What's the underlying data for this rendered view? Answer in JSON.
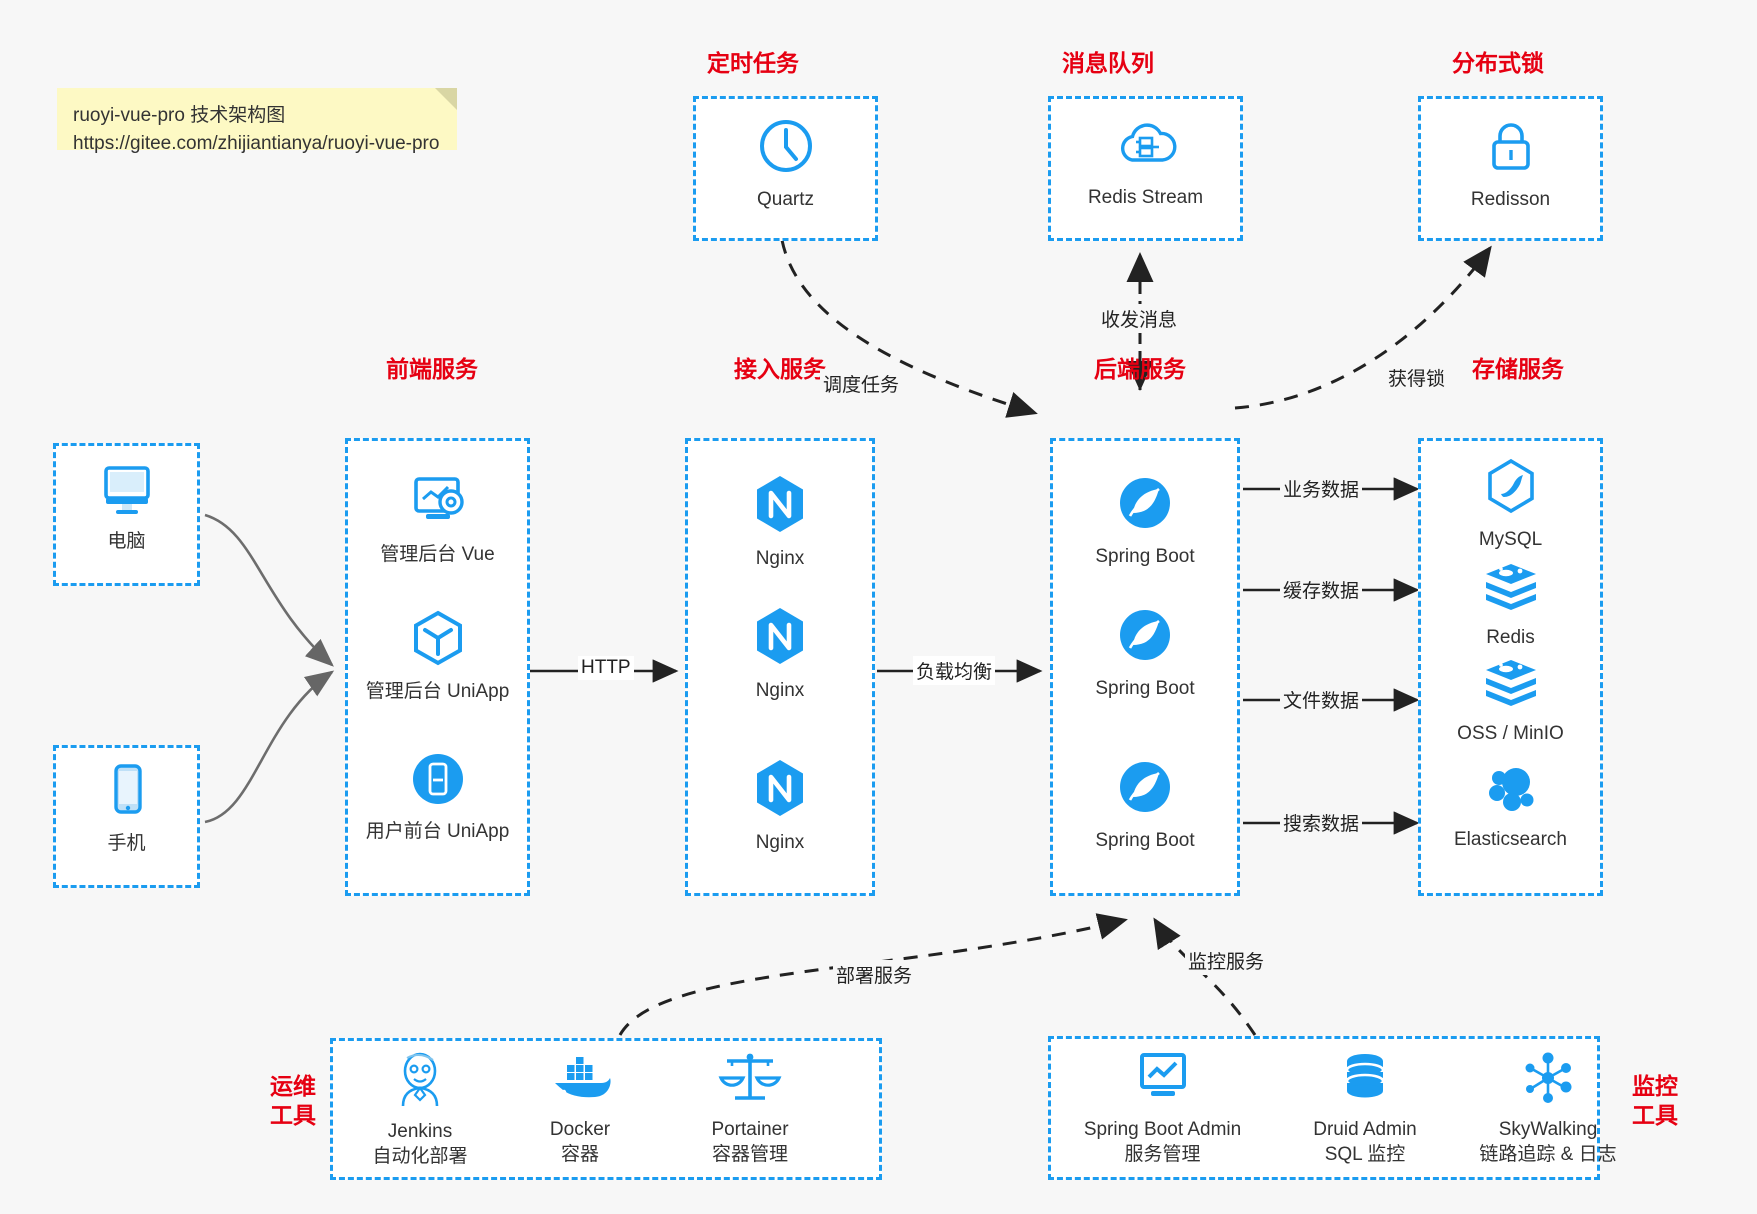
{
  "diagram": {
    "title": "ruoyi-vue-pro 技术架构图",
    "accent_blue": "#1b9cf0",
    "accent_red": "#e60012",
    "background": "#f7f7f7"
  },
  "note": {
    "line1": "ruoyi-vue-pro 技术架构图",
    "line2": "https://gitee.com/zhijiantianya/ruoyi-vue-pro"
  },
  "groups": {
    "scheduled": {
      "title": "定时任务"
    },
    "mq": {
      "title": "消息队列"
    },
    "lock": {
      "title": "分布式锁"
    },
    "frontend": {
      "title": "前端服务"
    },
    "gateway": {
      "title": "接入服务"
    },
    "backend": {
      "title": "后端服务"
    },
    "storage": {
      "title": "存储服务"
    },
    "ops": {
      "title_line1": "运维",
      "title_line2": "工具"
    },
    "monitor": {
      "title_line1": "监控",
      "title_line2": "工具"
    }
  },
  "nodes": {
    "quartz": {
      "label": "Quartz",
      "icon": "clock-icon"
    },
    "redis_stream": {
      "label": "Redis Stream",
      "icon": "cloud-queue-icon"
    },
    "redisson": {
      "label": "Redisson",
      "icon": "lock-icon"
    },
    "computer": {
      "label": "电脑",
      "icon": "desktop-icon"
    },
    "phone": {
      "label": "手机",
      "icon": "mobile-icon"
    },
    "admin_vue": {
      "label": "管理后台 Vue",
      "icon": "dashboard-gear-icon"
    },
    "admin_uniapp": {
      "label": "管理后台 UniApp",
      "icon": "cube-icon"
    },
    "user_uniapp": {
      "label": "用户前台 UniApp",
      "icon": "app-icon"
    },
    "nginx1": {
      "label": "Nginx",
      "icon": "nginx-icon"
    },
    "nginx2": {
      "label": "Nginx",
      "icon": "nginx-icon"
    },
    "nginx3": {
      "label": "Nginx",
      "icon": "nginx-icon"
    },
    "springboot1": {
      "label": "Spring Boot",
      "icon": "spring-leaf-icon"
    },
    "springboot2": {
      "label": "Spring Boot",
      "icon": "spring-leaf-icon"
    },
    "springboot3": {
      "label": "Spring Boot",
      "icon": "spring-leaf-icon"
    },
    "mysql": {
      "label": "MySQL",
      "icon": "mysql-dolphin-icon"
    },
    "redis": {
      "label": "Redis",
      "icon": "redis-stack-icon"
    },
    "oss": {
      "label": "OSS / MinIO",
      "icon": "storage-stack-icon"
    },
    "elasticsearch": {
      "label": "Elasticsearch",
      "icon": "elasticsearch-icon"
    },
    "jenkins": {
      "label": "Jenkins",
      "sub": "自动化部署",
      "icon": "jenkins-butler-icon"
    },
    "docker": {
      "label": "Docker",
      "sub": "容器",
      "icon": "docker-whale-icon"
    },
    "portainer": {
      "label": "Portainer",
      "sub": "容器管理",
      "icon": "scales-icon"
    },
    "sba": {
      "label": "Spring Boot Admin",
      "sub": "服务管理",
      "icon": "monitor-chart-icon"
    },
    "druid": {
      "label": "Druid Admin",
      "sub": "SQL 监控",
      "icon": "database-icon"
    },
    "skywalking": {
      "label": "SkyWalking",
      "sub": "链路追踪 & 日志",
      "icon": "skywalking-node-icon"
    }
  },
  "edges": {
    "http": "HTTP",
    "load_balance": "负载均衡",
    "schedule_task": "调度任务",
    "send_receive_message": "收发消息",
    "acquire_lock": "获得锁",
    "business_data": "业务数据",
    "cache_data": "缓存数据",
    "file_data": "文件数据",
    "search_data": "搜索数据",
    "deploy_service": "部署服务",
    "monitor_service": "监控服务"
  }
}
